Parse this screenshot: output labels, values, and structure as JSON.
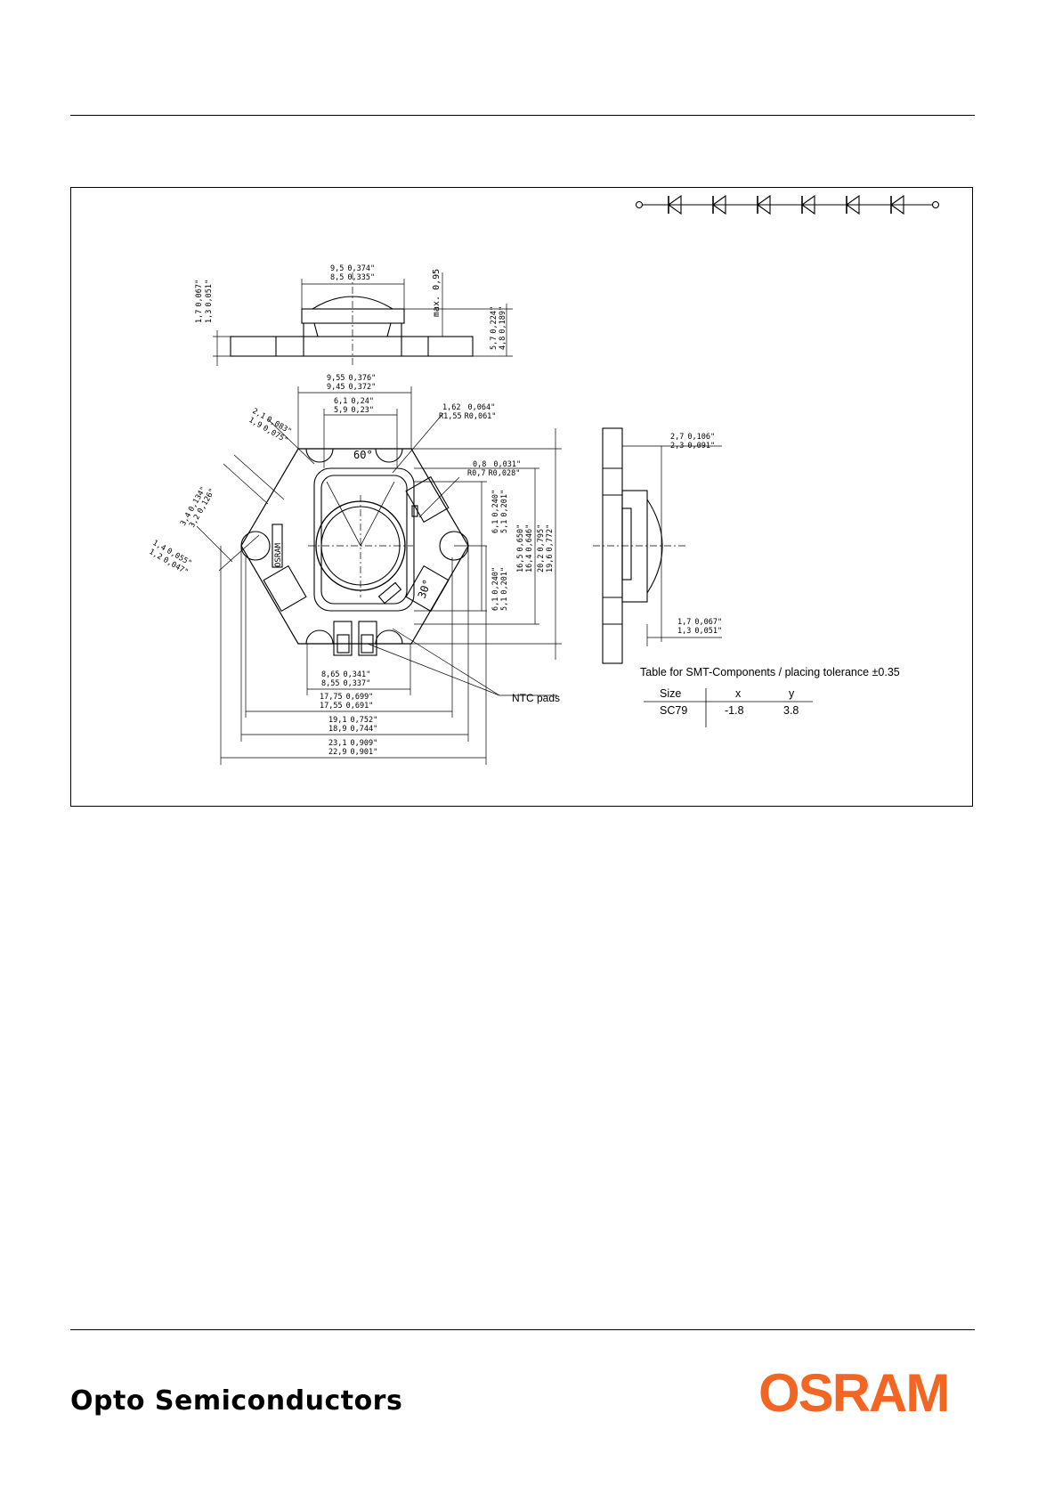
{
  "footer": {
    "company": "Opto Semiconductors",
    "brand": "OSRAM",
    "brand_color": "#f26522"
  },
  "drawing": {
    "top_width": [
      "9,5",
      "8,5"
    ],
    "top_width_in": [
      "0,374\"",
      "0,335\""
    ],
    "lens_max": "max. 0,95",
    "base_thick": [
      "1,7",
      "1,3"
    ],
    "base_thick_in": [
      "0,067\"",
      "0,051\""
    ],
    "total_height": [
      "5,7",
      "4,8"
    ],
    "total_height_in": [
      "0,224\"",
      "0,189\""
    ],
    "d1": [
      "9,55",
      "9,45"
    ],
    "d1_in": [
      "0,376\"",
      "0,372\""
    ],
    "d2": [
      "6,1",
      "5,9"
    ],
    "d2_in": [
      "0,24\"",
      "0,23\""
    ],
    "r1": [
      "1,62",
      "R1,55"
    ],
    "r1_in": [
      "0,064\"",
      "R0,061\""
    ],
    "r2": [
      "0,8",
      "R0,7"
    ],
    "r2_in": [
      "0,031\"",
      "R0,028\""
    ],
    "w1": [
      "2,1",
      "1,9"
    ],
    "w1_in": [
      "0,083\"",
      "0,075\""
    ],
    "w2": [
      "3,4",
      "3,2"
    ],
    "w2_in": [
      "0,134\"",
      "0,126\""
    ],
    "w3": [
      "1,4",
      "1,2"
    ],
    "w3_in": [
      "0,055\"",
      "0,047\""
    ],
    "angle_top": "60°",
    "angle_side": "30°",
    "v1": [
      "6,1",
      "5,1"
    ],
    "v1_in": [
      "0,240\"",
      "0,201\""
    ],
    "v2": [
      "16,5",
      "16,4"
    ],
    "v2_in": [
      "0,650\"",
      "0,646\""
    ],
    "v3": [
      "20,2",
      "19,6"
    ],
    "v3_in": [
      "0,795\"",
      "0,772\""
    ],
    "v4": [
      "6,1",
      "5,1"
    ],
    "v4_in": [
      "0,240\"",
      "0,201\""
    ],
    "h1": [
      "8,65",
      "8,55"
    ],
    "h1_in": [
      "0,341\"",
      "0,337\""
    ],
    "h2": [
      "17,75",
      "17,55"
    ],
    "h2_in": [
      "0,699\"",
      "0,691\""
    ],
    "h3": [
      "19,1",
      "18,9"
    ],
    "h3_in": [
      "0,752\"",
      "0,744\""
    ],
    "h4": [
      "23,1",
      "22,9"
    ],
    "h4_in": [
      "0,909\"",
      "0,901\""
    ],
    "side_top": [
      "2,7",
      "2,3"
    ],
    "side_top_in": [
      "0,106\"",
      "0,091\""
    ],
    "side_bot": [
      "1,7",
      "1,3"
    ],
    "side_bot_in": [
      "0,067\"",
      "0,051\""
    ],
    "board_marking": "OSRAM",
    "ntc_label": "NTC pads"
  },
  "smt_table": {
    "title": "Table for SMT-Components / placing tolerance ±0.35",
    "headers": [
      "Size",
      "x",
      "y"
    ],
    "rows": [
      [
        "SC79",
        "-1.8",
        "3.8"
      ]
    ]
  }
}
